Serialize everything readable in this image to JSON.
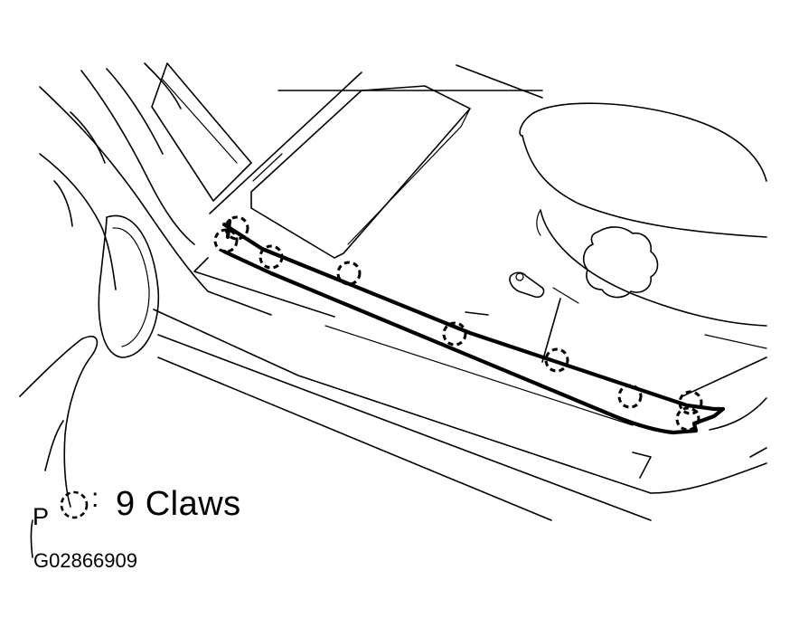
{
  "legend": {
    "letter": "P",
    "colon": ":",
    "label": "9 Claws",
    "symbol_icon": "dashed-circle-icon"
  },
  "figure_id": "G02866909",
  "claw_count": 9,
  "colors": {
    "ink": "#000000",
    "paper": "#ffffff"
  }
}
